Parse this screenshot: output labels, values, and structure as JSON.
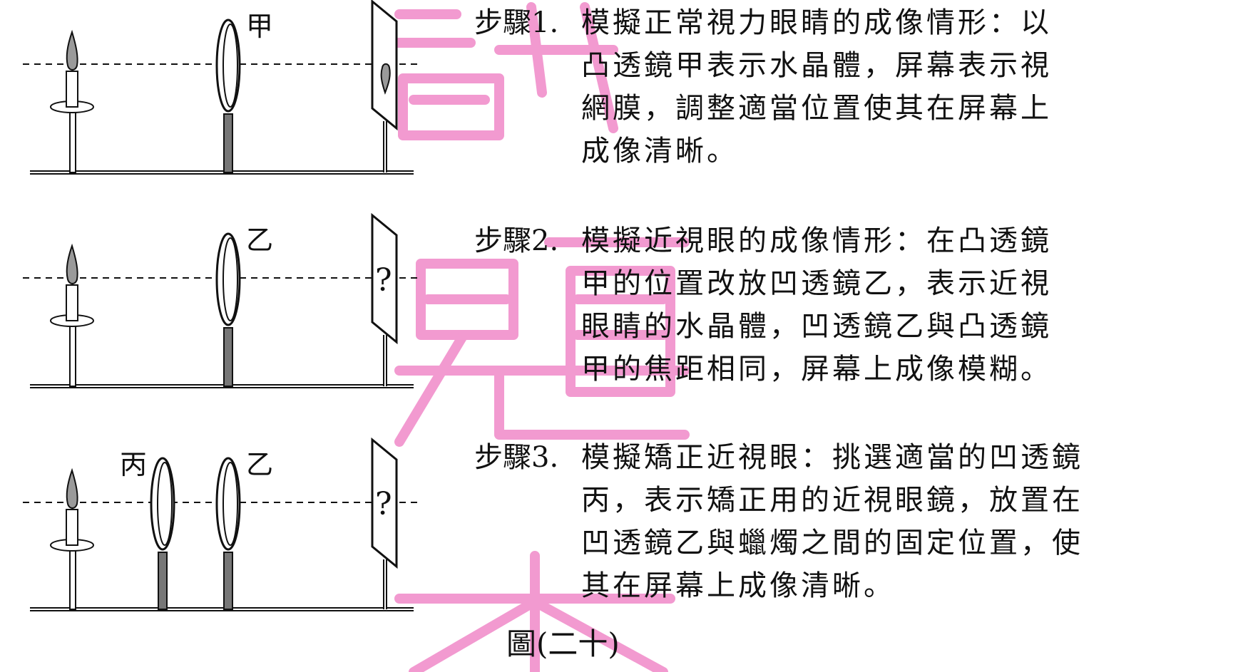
{
  "figure": {
    "caption": "圖(二十)",
    "lens_labels": {
      "jia": "甲",
      "yi": "乙",
      "bing": "丙"
    },
    "screen_mark": "?",
    "watermark": "試題本"
  },
  "steps": [
    {
      "label": "步驟1.",
      "lines": [
        "模擬正常視力眼睛的成像情形：以",
        "凸透鏡甲表示水晶體，屏幕表示視",
        "網膜，調整適當位置使其在屏幕上",
        "成像清晰。"
      ]
    },
    {
      "label": "步驟2.",
      "lines": [
        "模擬近視眼的成像情形：在凸透鏡",
        "甲的位置改放凹透鏡乙，表示近視",
        "眼睛的水晶體，凹透鏡乙與凸透鏡",
        "甲的焦距相同，屏幕上成像模糊。"
      ]
    },
    {
      "label": "步驟3.",
      "lines": [
        "模擬矯正近視眼：挑選適當的凹透鏡",
        "丙，表示矯正用的近視眼鏡，放置在",
        "凹透鏡乙與蠟燭之間的固定位置，使",
        "其在屏幕上成像清晰。"
      ]
    }
  ],
  "colors": {
    "watermark": "#f29ad0",
    "ink": "#111111",
    "flame": "#9a9a9a",
    "stem": "#7a7a7a"
  }
}
